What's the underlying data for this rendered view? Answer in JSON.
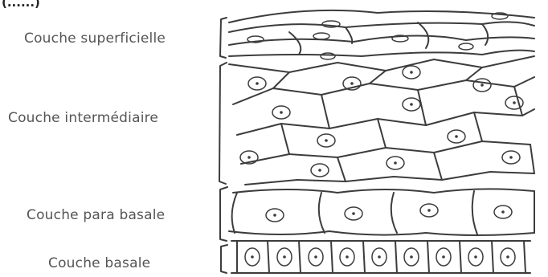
{
  "header_fragment": "(......)",
  "labels": {
    "superficial": "Couche superficielle",
    "intermediate": "Couche intermédiaire",
    "parabasal": "Couche para basale",
    "basal": "Couche basale"
  },
  "colors": {
    "ink": "#3c3c3c",
    "paper": "#ffffff",
    "text": "#555555"
  }
}
